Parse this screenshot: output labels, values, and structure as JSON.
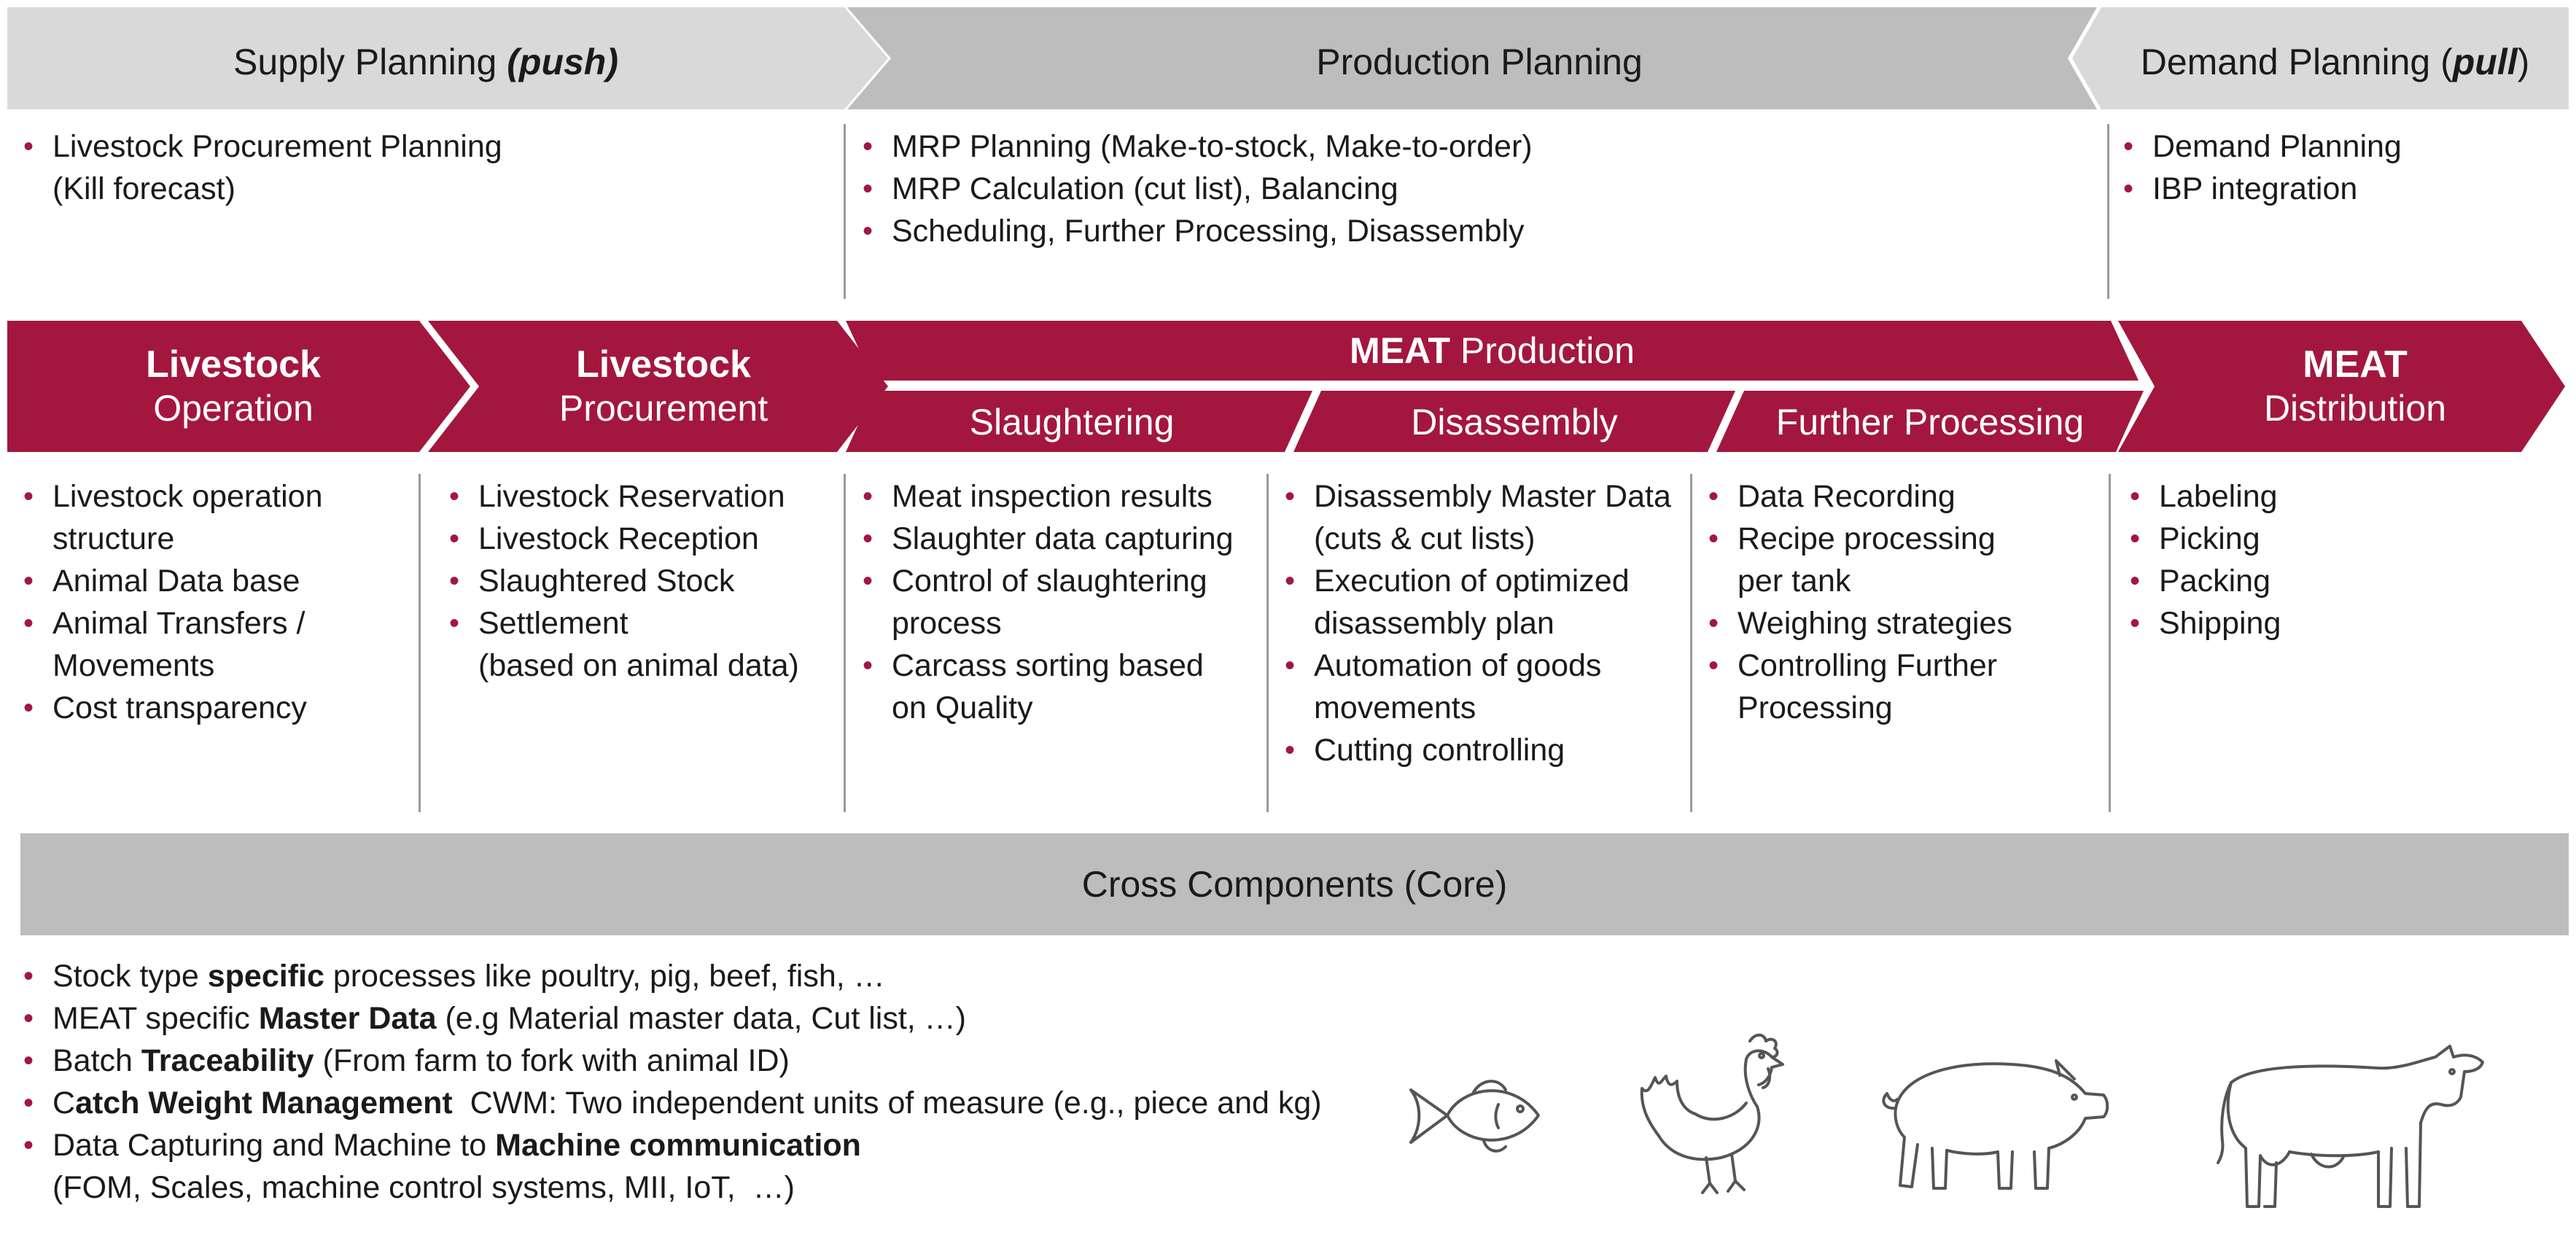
{
  "planning": {
    "supply": {
      "title": "Supply Planning ",
      "emph": "(push)"
    },
    "production": {
      "title": "Production Planning"
    },
    "demand": {
      "title": "Demand Planning (",
      "emph": "pull",
      "close": ")"
    }
  },
  "planning_lists": {
    "supply": [
      {
        "l1": "Livestock Procurement Planning",
        "l2": "(Kill forecast)"
      }
    ],
    "production": [
      {
        "l1": "MRP Planning (Make-to-stock, Make-to-order)"
      },
      {
        "l1": "MRP Calculation (cut list), Balancing"
      },
      {
        "l1": "Scheduling,  Further Processing, Disassembly"
      }
    ],
    "demand": [
      {
        "l1": "Demand Planning"
      },
      {
        "l1": "IBP integration"
      }
    ]
  },
  "process": {
    "livestock_operation": {
      "l1": "Livestock",
      "l2": "Operation"
    },
    "livestock_procurement": {
      "l1": "Livestock",
      "l2": "Procurement"
    },
    "meat_production": {
      "bold": "MEAT",
      "rest": " Production"
    },
    "slaughtering": "Slaughtering",
    "disassembly": "Disassembly",
    "further_processing": "Further Processing",
    "meat_distribution": {
      "l1": "MEAT",
      "l2": "Distribution"
    }
  },
  "process_lists": {
    "livestock_operation": [
      {
        "l1": "Livestock operation",
        "l2": "structure"
      },
      {
        "l1": "Animal Data base"
      },
      {
        "l1": "Animal Transfers /",
        "l2": "Movements"
      },
      {
        "l1": "Cost transparency"
      }
    ],
    "livestock_procurement": [
      {
        "l1": "Livestock Reservation"
      },
      {
        "l1": "Livestock Reception"
      },
      {
        "l1": "Slaughtered Stock"
      },
      {
        "l1": "Settlement",
        "l2": "(based on animal data)"
      }
    ],
    "slaughtering": [
      {
        "l1": "Meat inspection results"
      },
      {
        "l1": "Slaughter data capturing"
      },
      {
        "l1": "Control of slaughtering",
        "l2": "process"
      },
      {
        "l1": "Carcass sorting based",
        "l2": "on Quality"
      }
    ],
    "disassembly": [
      {
        "l1": "Disassembly Master Data",
        "l2": "(cuts & cut lists)"
      },
      {
        "l1": "Execution of optimized",
        "l2": "disassembly plan"
      },
      {
        "l1": "Automation of goods",
        "l2": "movements"
      },
      {
        "l1": "Cutting controlling"
      }
    ],
    "further_processing": [
      {
        "l1": "Data Recording"
      },
      {
        "l1": "Recipe processing",
        "l2": "per tank"
      },
      {
        "l1": "Weighing strategies"
      },
      {
        "l1": "Controlling Further",
        "l2": "Processing"
      }
    ],
    "meat_distribution": [
      {
        "l1": "Labeling"
      },
      {
        "l1": "Picking"
      },
      {
        "l1": "Packing"
      },
      {
        "l1": "Shipping"
      }
    ]
  },
  "cross": {
    "title": "Cross Components (Core)",
    "items": [
      {
        "a": "Stock type ",
        "b": "specific",
        "c": " processes like poultry, pig, beef, fish, …"
      },
      {
        "a": "MEAT specific ",
        "b": "Master Data",
        "c": " (e.g Material master data, Cut list, …)"
      },
      {
        "a": "Batch ",
        "b": "Traceability",
        "c": " (From farm to fork with animal ID)"
      },
      {
        "a": "C",
        "b": "atch Weight Management",
        "c": "  CWM: Two independent units of measure (e.g., piece and kg)"
      },
      {
        "a": "Data Capturing and Machine to ",
        "b": "Machine communication",
        "c": "",
        "d": "(FOM, Scales, machine control systems, MII, IoT,  …)"
      }
    ]
  },
  "icons": [
    "fish-icon",
    "chicken-icon",
    "pig-icon",
    "cow-icon"
  ],
  "colors": {
    "primary": "#a3173f",
    "planning_light": "#d9d9d9",
    "planning_dark": "#bdbdbd",
    "cross_band": "#bdbdbd"
  }
}
